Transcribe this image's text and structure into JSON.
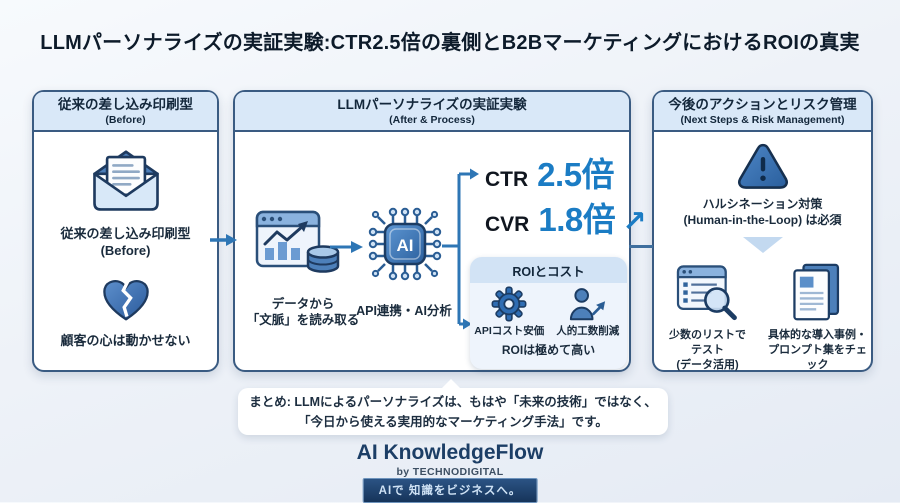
{
  "title": "LLMパーソナライズの実証実験:CTR2.5倍の裏側とB2BマーケティングにおけるROIの真実",
  "before": {
    "title": "従来の差し込み印刷型",
    "subtitle": "(Before)",
    "mail_caption1": "従来の差し込み印刷型",
    "mail_caption2": "(Before)",
    "heart_caption": "顧客の心は動かせない"
  },
  "process": {
    "title": "LLMパーソナライズの実証実験",
    "subtitle": "(After & Process)",
    "data_caption1": "データから",
    "data_caption2": "「文脈」を読み取る",
    "ai_chip_label": "AI",
    "ai_caption": "API連携・AI分析",
    "ctr_label": "CTR",
    "ctr_value": "2.5倍",
    "cvr_label": "CVR",
    "cvr_value": "1.8倍",
    "cvr_arrow": "↗",
    "roi": {
      "title": "ROIとコスト",
      "item_api": "APIコスト安価",
      "item_labor": "人的工数削減",
      "footer": "ROIは極めて高い"
    }
  },
  "next": {
    "title": "今後のアクションとリスク管理",
    "subtitle": "(Next Steps & Risk Management)",
    "warning_caption1": "ハルシネーション対策",
    "warning_caption2": "(Human-in-the-Loop) は必須",
    "test_caption1": "少数のリストで",
    "test_caption2": "テスト",
    "test_caption3": "(データ活用)",
    "docs_caption1": "具体的な導入事例・",
    "docs_caption2": "プロンプト集をチェック"
  },
  "summary": {
    "line1": "まとめ: LLMによるパーソナライズは、もはや「未来の技術」ではなく、",
    "line2": "「今日から使える実用的なマーケティング手法」です。"
  },
  "footer": {
    "brand": "AI KnowledgeFlow",
    "byline": "by TECHNODIGITAL",
    "tagline": "AIで 知識をビジネスへ。"
  },
  "colors": {
    "accent_blue": "#1b7cc4",
    "navy_outline": "#1e3a5f",
    "panel_border": "#3a5b82",
    "header_bg": "#d9e8f8",
    "arrow_blue": "#2e76b5",
    "badge_bg": "#1e4066"
  },
  "icons": {
    "mail": "open-envelope",
    "broken_heart": "broken-heart",
    "data_chart": "browser-chart-with-database",
    "ai_chip": "ai-processor-chip",
    "gear": "gear",
    "person_up": "person-with-up-arrow",
    "warning": "warning-triangle",
    "list_search": "list-with-magnifier",
    "docs": "document-stack"
  }
}
